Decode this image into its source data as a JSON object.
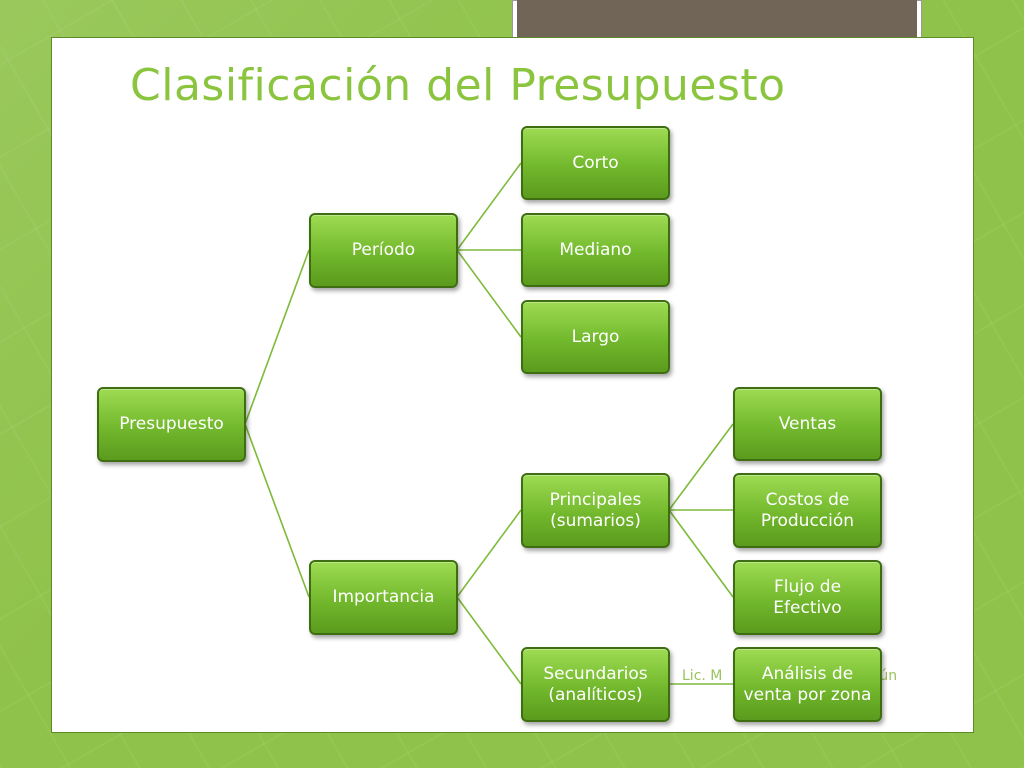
{
  "slide": {
    "title": "Clasificación del Presupuesto",
    "footer": "Lic. M",
    "footer_right": "Yún"
  },
  "diagram": {
    "root": "Presupuesto",
    "level1": {
      "periodo": "Período",
      "importancia": "Importancia"
    },
    "periodo_children": [
      "Corto",
      "Mediano",
      "Largo"
    ],
    "importancia_children": {
      "principales": "Principales (sumarios)",
      "secundarios": "Secundarios (analíticos)"
    },
    "principales_children": [
      "Ventas",
      "Costos de Producción",
      "Flujo de Efectivo"
    ],
    "secundarios_children": [
      "Análisis de venta por zona"
    ]
  },
  "colors": {
    "node_fill": "#78bf2e",
    "node_border": "#3f6e12",
    "title": "#8bc53f",
    "background": "#8fc24a",
    "connector": "#7dba3a"
  }
}
